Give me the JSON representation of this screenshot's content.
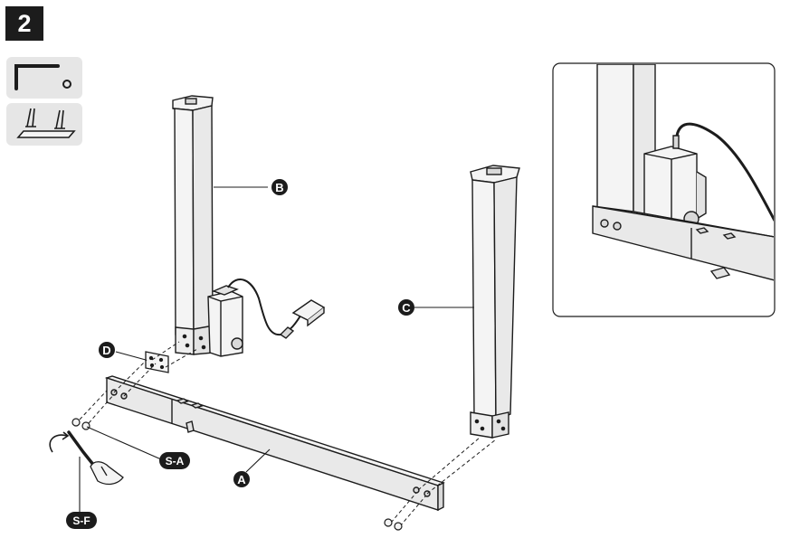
{
  "step": {
    "number": "2"
  },
  "parts": {
    "A": "A",
    "B": "B",
    "C": "C",
    "D": "D",
    "SA": "S-A",
    "SF": "S-F"
  },
  "colors": {
    "ink": "#1c1c1c",
    "tile_bg": "#e6e6e6",
    "metal": "#f4f4f4",
    "shade": "#d9d9d9"
  },
  "icons": [
    "allen-key-icon",
    "frame-legs-icon",
    "rotate-arrow-icon",
    "hand-icon"
  ]
}
